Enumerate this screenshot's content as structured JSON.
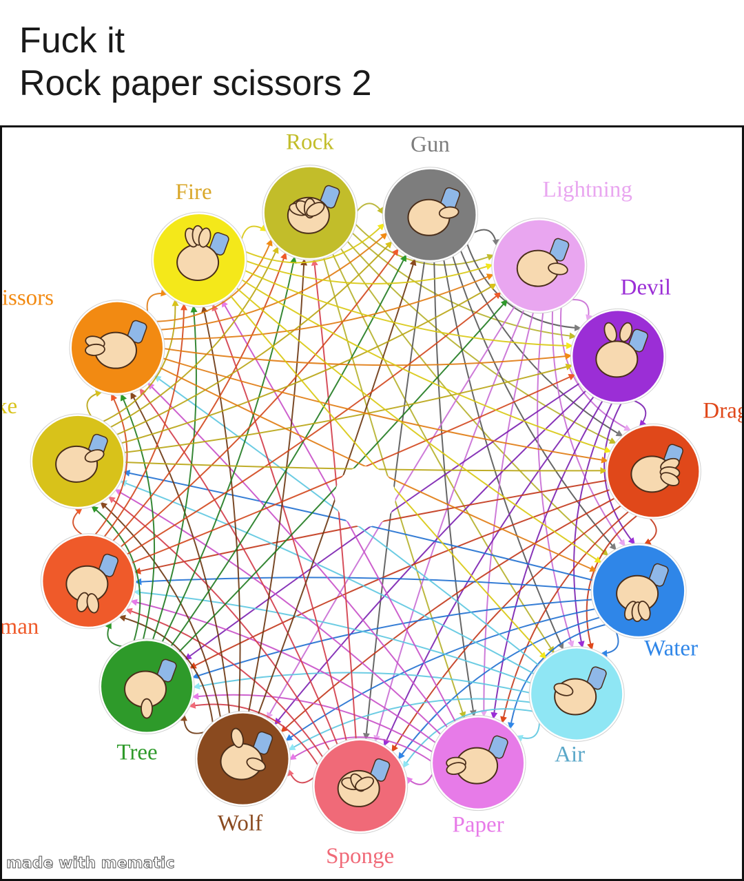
{
  "caption": {
    "line1": "Fuck it",
    "line2": "Rock paper scissors 2"
  },
  "watermark": "made with mematic",
  "diagram": {
    "nodes": [
      {
        "id": "rock",
        "label": "Rock",
        "color": "#c2bd2a",
        "icon": "fist-icon"
      },
      {
        "id": "gun",
        "label": "Gun",
        "color": "#7d7d7d",
        "icon": "finger-gun-icon"
      },
      {
        "id": "lightning",
        "label": "Lightning",
        "color": "#e9a6f0",
        "icon": "pinky-point-icon"
      },
      {
        "id": "devil",
        "label": "Devil",
        "color": "#9b2ed6",
        "icon": "horns-icon"
      },
      {
        "id": "dragon",
        "label": "Dragon",
        "color": "#e0481a",
        "icon": "claw-icon"
      },
      {
        "id": "water",
        "label": "Water",
        "color": "#2f86e8",
        "icon": "flat-hand-down-icon"
      },
      {
        "id": "air",
        "label": "Air",
        "color": "#8fe6f4",
        "icon": "ok-sign-icon"
      },
      {
        "id": "paper",
        "label": "Paper",
        "color": "#e77be8",
        "icon": "flat-hand-icon"
      },
      {
        "id": "sponge",
        "label": "Sponge",
        "color": "#f06a78",
        "icon": "sponge-fist-icon"
      },
      {
        "id": "wolf",
        "label": "Wolf",
        "color": "#8a4a1f",
        "icon": "wolf-hand-icon"
      },
      {
        "id": "tree",
        "label": "Tree",
        "color": "#2e9a2a",
        "icon": "thumb-down-icon"
      },
      {
        "id": "human",
        "label": "Human",
        "color": "#ef5a2a",
        "icon": "walking-fingers-icon"
      },
      {
        "id": "snake",
        "label": "Snake",
        "color": "#d8c21a",
        "icon": "snake-hand-icon"
      },
      {
        "id": "scissors",
        "label": "Scissors",
        "color": "#f28a12",
        "icon": "scissors-hand-icon"
      },
      {
        "id": "fire",
        "label": "Fire",
        "color": "#f4e81a",
        "icon": "three-fingers-icon"
      }
    ]
  }
}
